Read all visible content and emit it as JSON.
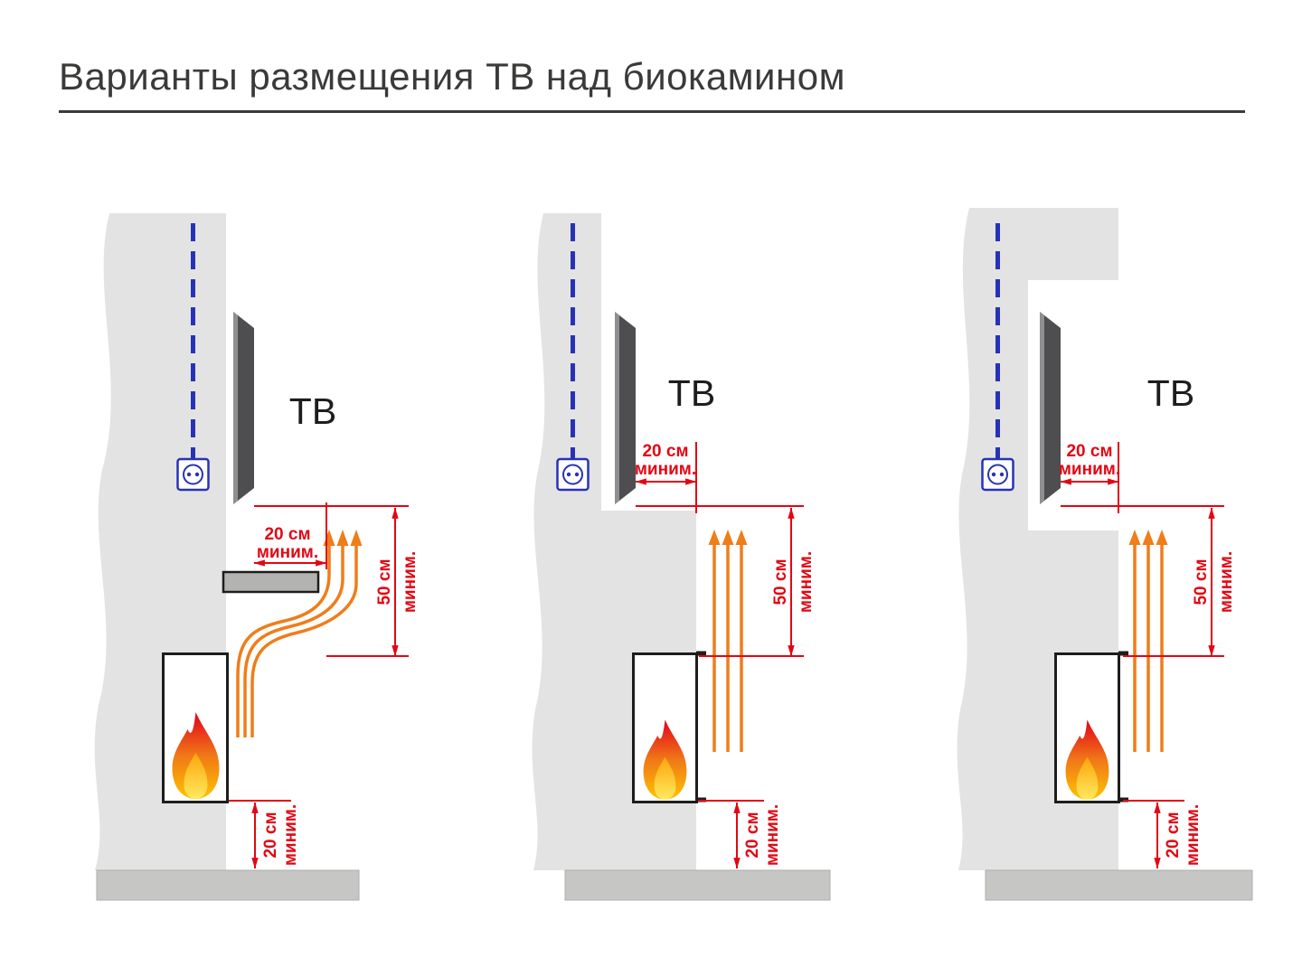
{
  "title": "Варианты размещения ТВ над биокамином",
  "variants": [
    {
      "tv_label": "ТВ",
      "side_clearance_value": "20 см",
      "side_clearance_qualifier": "миним.",
      "vertical_clearance_value": "50 см",
      "vertical_clearance_qualifier": "миним.",
      "floor_clearance_value": "20 см",
      "floor_clearance_qualifier": "миним."
    },
    {
      "tv_label": "ТВ",
      "side_clearance_value": "20 см",
      "side_clearance_qualifier": "миним.",
      "vertical_clearance_value": "50 см",
      "vertical_clearance_qualifier": "миним.",
      "floor_clearance_value": "20 см",
      "floor_clearance_qualifier": "миним."
    },
    {
      "tv_label": "ТВ",
      "side_clearance_value": "20 см",
      "side_clearance_qualifier": "миним.",
      "vertical_clearance_value": "50 см",
      "vertical_clearance_qualifier": "миним.",
      "floor_clearance_value": "20 см",
      "floor_clearance_qualifier": "миним."
    }
  ],
  "colors": {
    "title_text": "#3a3a39",
    "wall": "#e3e3e3",
    "floor": "#c6c6c5",
    "shelf": "#b3b3b2",
    "tv_body": "#4e4e50",
    "cable_blue": "#2733b5",
    "dimension_red": "#e30613",
    "heat_orange": "#ef7d1a",
    "flame_red": "#e2001a",
    "flame_orange": "#f07818",
    "flame_yellow": "#fdc300"
  }
}
